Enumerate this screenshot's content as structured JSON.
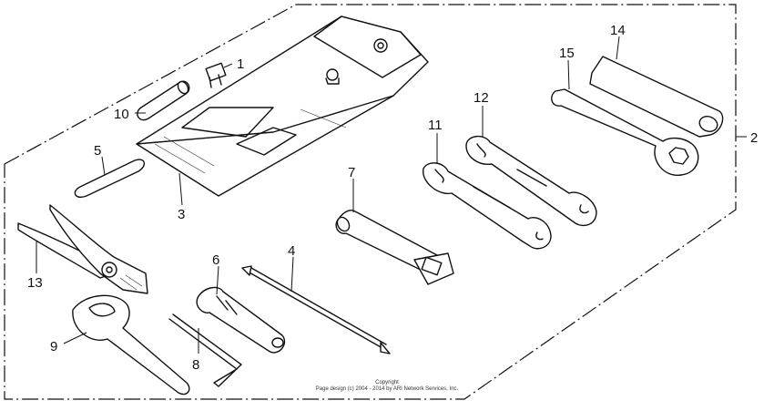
{
  "diagram": {
    "callouts": {
      "c1": "1",
      "c2": "2",
      "c3": "3",
      "c4": "4",
      "c5": "5",
      "c6": "6",
      "c7": "7",
      "c8": "8",
      "c9": "9",
      "c10": "10",
      "c11": "11",
      "c12": "12",
      "c13": "13",
      "c14": "14",
      "c15": "15"
    },
    "copyright_line1": "Copyright",
    "copyright_line2": "Page design (c) 2004 - 2014 by ARI Network Services, Inc."
  }
}
